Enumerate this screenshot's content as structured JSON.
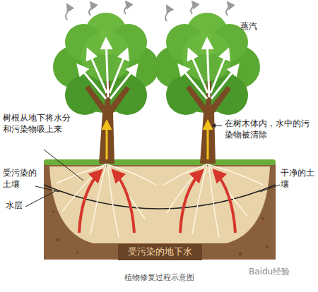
{
  "diagram": {
    "caption": "植物修复过程示意图",
    "nodes": [
      {
        "text": [
          "受污染的地下水"
        ]
      }
    ],
    "labels": [
      "蒸汽",
      "树根从地下将水分和污染物吸上来",
      "在树木体内，水中的污染物被清除",
      "受污染的土壤",
      "水层",
      "干净的土壤",
      "Baidu经验"
    ]
  }
}
